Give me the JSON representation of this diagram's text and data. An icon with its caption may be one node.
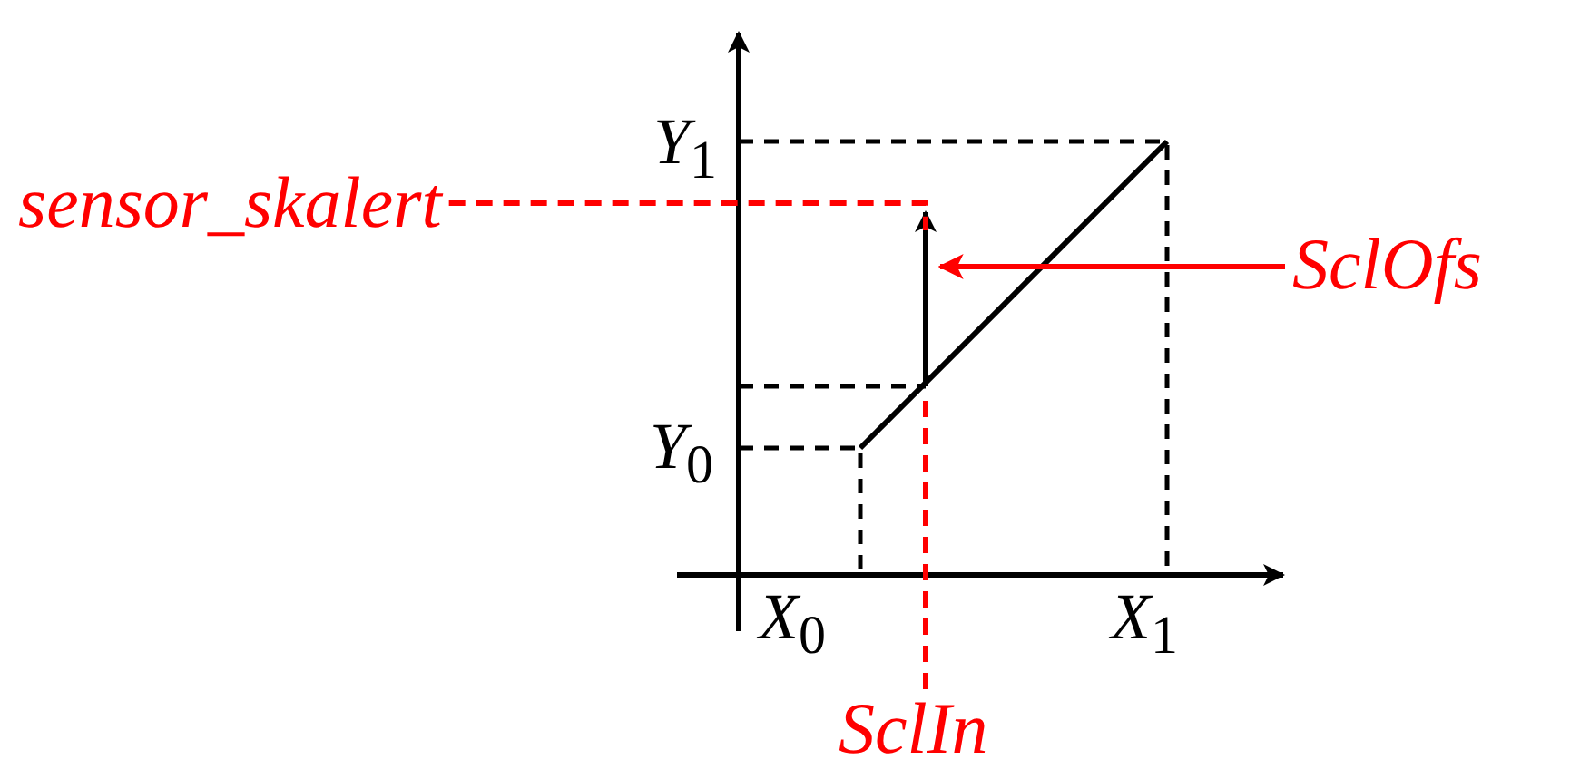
{
  "diagram": {
    "nodes": [
      {
        "text": [
          "sensor_skalert"
        ]
      },
      {
        "text": [
          "SclOfs"
        ]
      },
      {
        "text": [
          "SclIn"
        ]
      }
    ],
    "edges": [
      {
        "from": 0,
        "to": null,
        "arrow": "none",
        "style": "dashed"
      },
      {
        "from": 1,
        "to": null,
        "arrow": "to"
      },
      {
        "from": 2,
        "to": null,
        "arrow": "none",
        "style": "dashed"
      }
    ],
    "labels": [
      "*Y*$_{1}$",
      "*Y*$_{0}$",
      "*X*$_{0}$",
      "*X*$_{1}$"
    ]
  }
}
